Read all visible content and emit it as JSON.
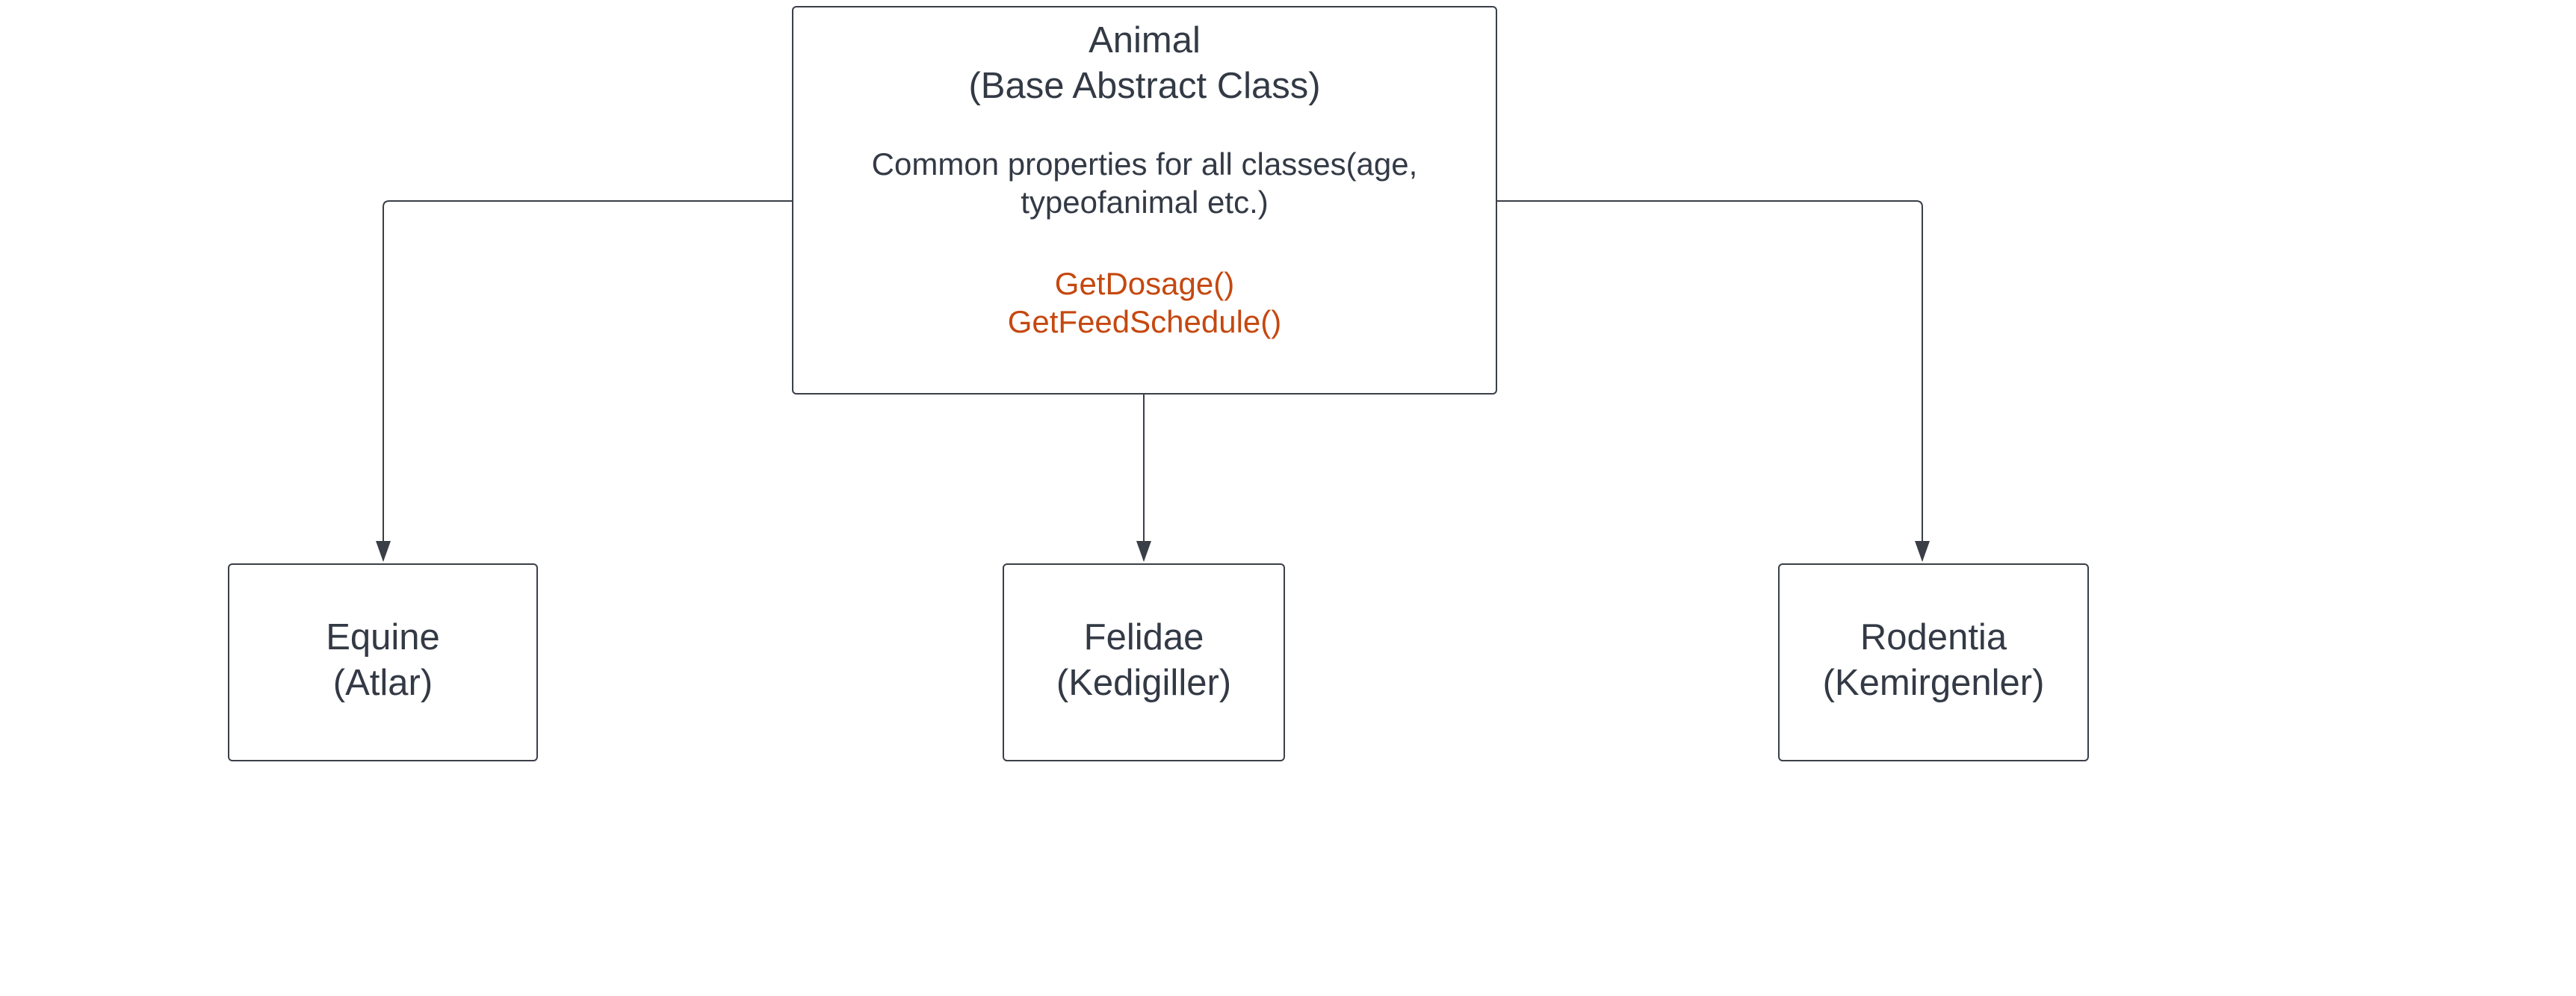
{
  "diagram": {
    "root": {
      "title": "Animal",
      "subtitle": "(Base Abstract Class)",
      "description_line1": "Common properties for all classes(age,",
      "description_line2": "typeofanimal etc.)",
      "method1": "GetDosage()",
      "method2": "GetFeedSchedule()",
      "method_color": "#c5480f"
    },
    "children": [
      {
        "name": "Equine",
        "translation": "(Atlar)"
      },
      {
        "name": "Felidae",
        "translation": "(Kedigiller)"
      },
      {
        "name": "Rodentia",
        "translation": "(Kemirgenler)"
      }
    ],
    "edges": [
      {
        "from": "Animal",
        "to": "Equine"
      },
      {
        "from": "Animal",
        "to": "Felidae"
      },
      {
        "from": "Animal",
        "to": "Rodentia"
      }
    ],
    "line_color": "#3a3f47"
  }
}
